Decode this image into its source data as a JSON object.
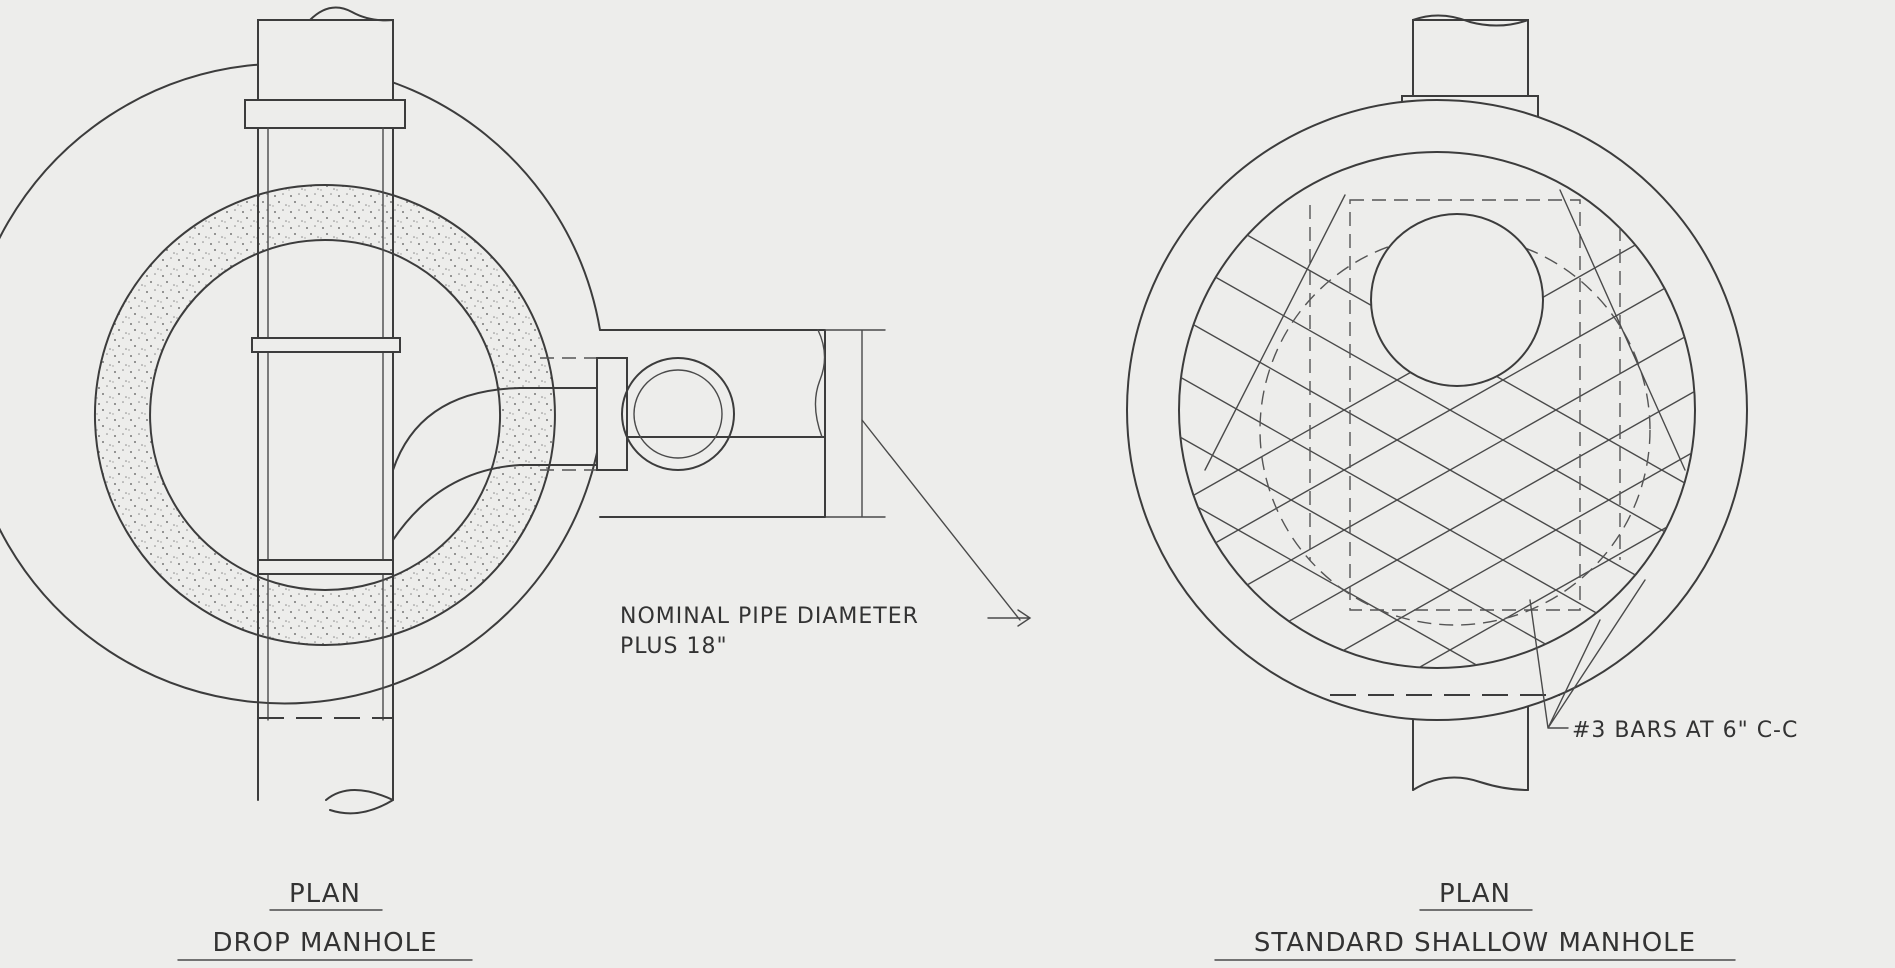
{
  "left_view": {
    "title_top": "PLAN",
    "title_bottom": "DROP MANHOLE",
    "dimension_note_line1": "NOMINAL PIPE DIAMETER",
    "dimension_note_line2": "PLUS 18\""
  },
  "right_view": {
    "title_top": "PLAN",
    "title_bottom": "STANDARD SHALLOW MANHOLE",
    "rebar_note": "#3 BARS AT 6\" C-C"
  },
  "colors": {
    "paper": "#ededeb",
    "ink": "#3c3c3c"
  }
}
